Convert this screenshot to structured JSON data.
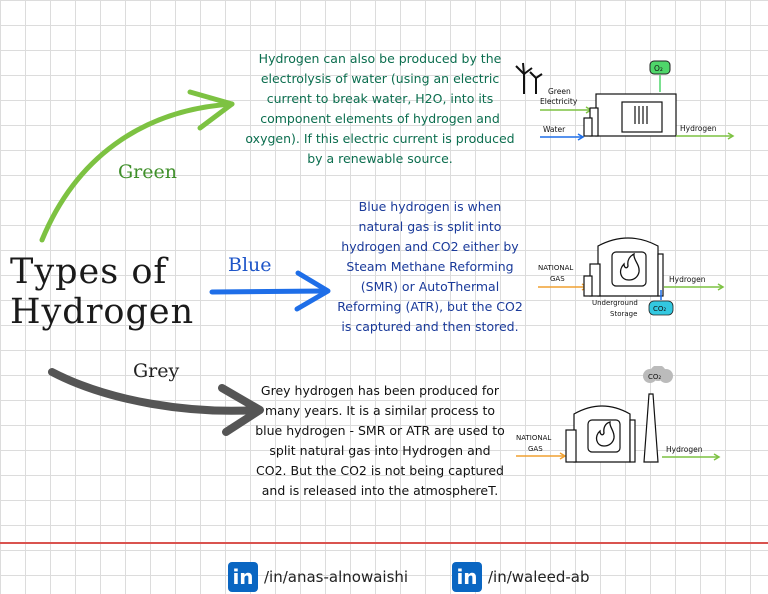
{
  "title": "Types of Hydrogen",
  "branches": {
    "green": {
      "label": "Green",
      "color": "#7dc242"
    },
    "blue": {
      "label": "Blue",
      "color": "#1e6ee8"
    },
    "grey": {
      "label": "Grey",
      "color": "#555555"
    }
  },
  "green_text": "Hydrogen can also be produced by the electrolysis of water (using an electric current to break water, H2O, into its component elements of hydrogen and oxygen).  If this electric current is produced by a renewable source.",
  "blue_text": "Blue hydrogen is when natural gas is split into hydrogen and CO2 either by Steam Methane Reforming (SMR) or AutoThermal Reforming (ATR), but the CO2 is captured and then stored.",
  "grey_text": "Grey hydrogen has been produced for many years. It is a similar process to blue hydrogen - SMR or ATR are used to split natural gas into Hydrogen and CO2. But the CO2 is not being captured and is released into the atmosphereT.",
  "green_diagram": {
    "o2": "O₂",
    "green_electricity_1": "Green",
    "green_electricity_2": "Electricity",
    "water": "Water",
    "hydrogen": "Hydrogen"
  },
  "blue_diagram": {
    "national_1": "NATIONAL",
    "national_2": "GAS",
    "hydrogen": "Hydrogen",
    "storage_1": "Underground",
    "storage_2": "Storage",
    "co2": "CO₂"
  },
  "grey_diagram": {
    "co2": "CO₂",
    "national_1": "NATIONAL",
    "national_2": "GAS",
    "hydrogen": "Hydrogen"
  },
  "footer": {
    "link1": "/in/anas-alnowaishi",
    "link2": "/in/waleed-ab",
    "logo_text": "in"
  }
}
